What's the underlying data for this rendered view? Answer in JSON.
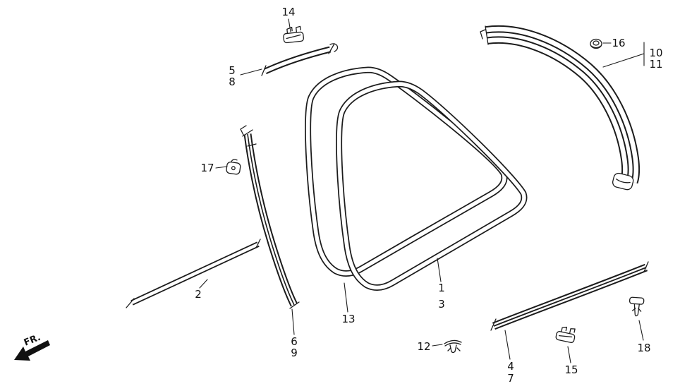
{
  "diagram": {
    "background_color": "#ffffff",
    "line_color": "#1c1c1c",
    "description_visible_text_only": true
  },
  "labels": {
    "l1": "1",
    "l2": "2",
    "l3": "3",
    "l4": "4",
    "l5": "5",
    "l6": "6",
    "l7": "7",
    "l8": "8",
    "l9": "9",
    "l10": "10",
    "l11": "11",
    "l12": "12",
    "l13": "13",
    "l14": "14",
    "l15": "15",
    "l16": "16",
    "l17": "17",
    "l18": "18",
    "fr": "FR."
  }
}
